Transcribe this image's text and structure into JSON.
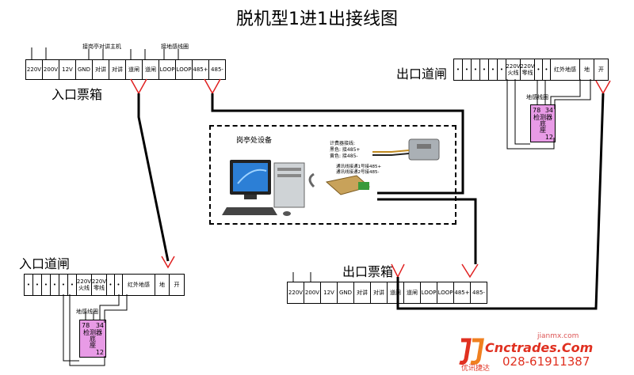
{
  "title": "脱机型1进1出接线图",
  "entry_ticket": {
    "label": "入口票箱",
    "terminals": [
      "220V",
      "200V",
      "12V",
      "GND",
      "对讲",
      "对讲",
      "道闸",
      "道闸",
      "LOOP",
      "LOOP",
      "485+",
      "485-"
    ],
    "annotation_intercom": "接岗亭对讲主机",
    "annotation_loop": "接地感线圈"
  },
  "exit_ticket": {
    "label": "出口票箱",
    "terminals": [
      "220V",
      "200V",
      "12V",
      "GND",
      "对讲",
      "对讲",
      "道闸",
      "道闸",
      "LOOP",
      "LOOP",
      "485+",
      "485-"
    ]
  },
  "exit_gate": {
    "label": "出口道闸",
    "terminals": [
      "•",
      "•",
      "•",
      "•",
      "•",
      "•",
      "220V\n火线",
      "220V\n零线",
      "•",
      "•",
      "红外地感",
      "地",
      "开"
    ]
  },
  "entry_gate": {
    "label": "入口道闸",
    "terminals": [
      "•",
      "•",
      "•",
      "•",
      "•",
      "•",
      "220V\n火线",
      "220V\n零线",
      "•",
      "•",
      "红外地感",
      "地",
      "开"
    ]
  },
  "detector": {
    "coil_label": "地感线圈",
    "pins_top": [
      "78",
      "34"
    ],
    "name": "检测器\n底\n座",
    "pin_bottom": "12"
  },
  "booth": {
    "label": "岗亭处设备",
    "reader_note": "计费器接线:\n黑色: 接485+\n黄色: 接485-",
    "converter_note": "通讯线接通1号接485+\n通讯线接通2号接485-"
  },
  "watermark": {
    "site_top": "jianmx.com",
    "site": "Cnctrades.Com",
    "brand": "优讯捷达",
    "phone": "028-61911387"
  }
}
